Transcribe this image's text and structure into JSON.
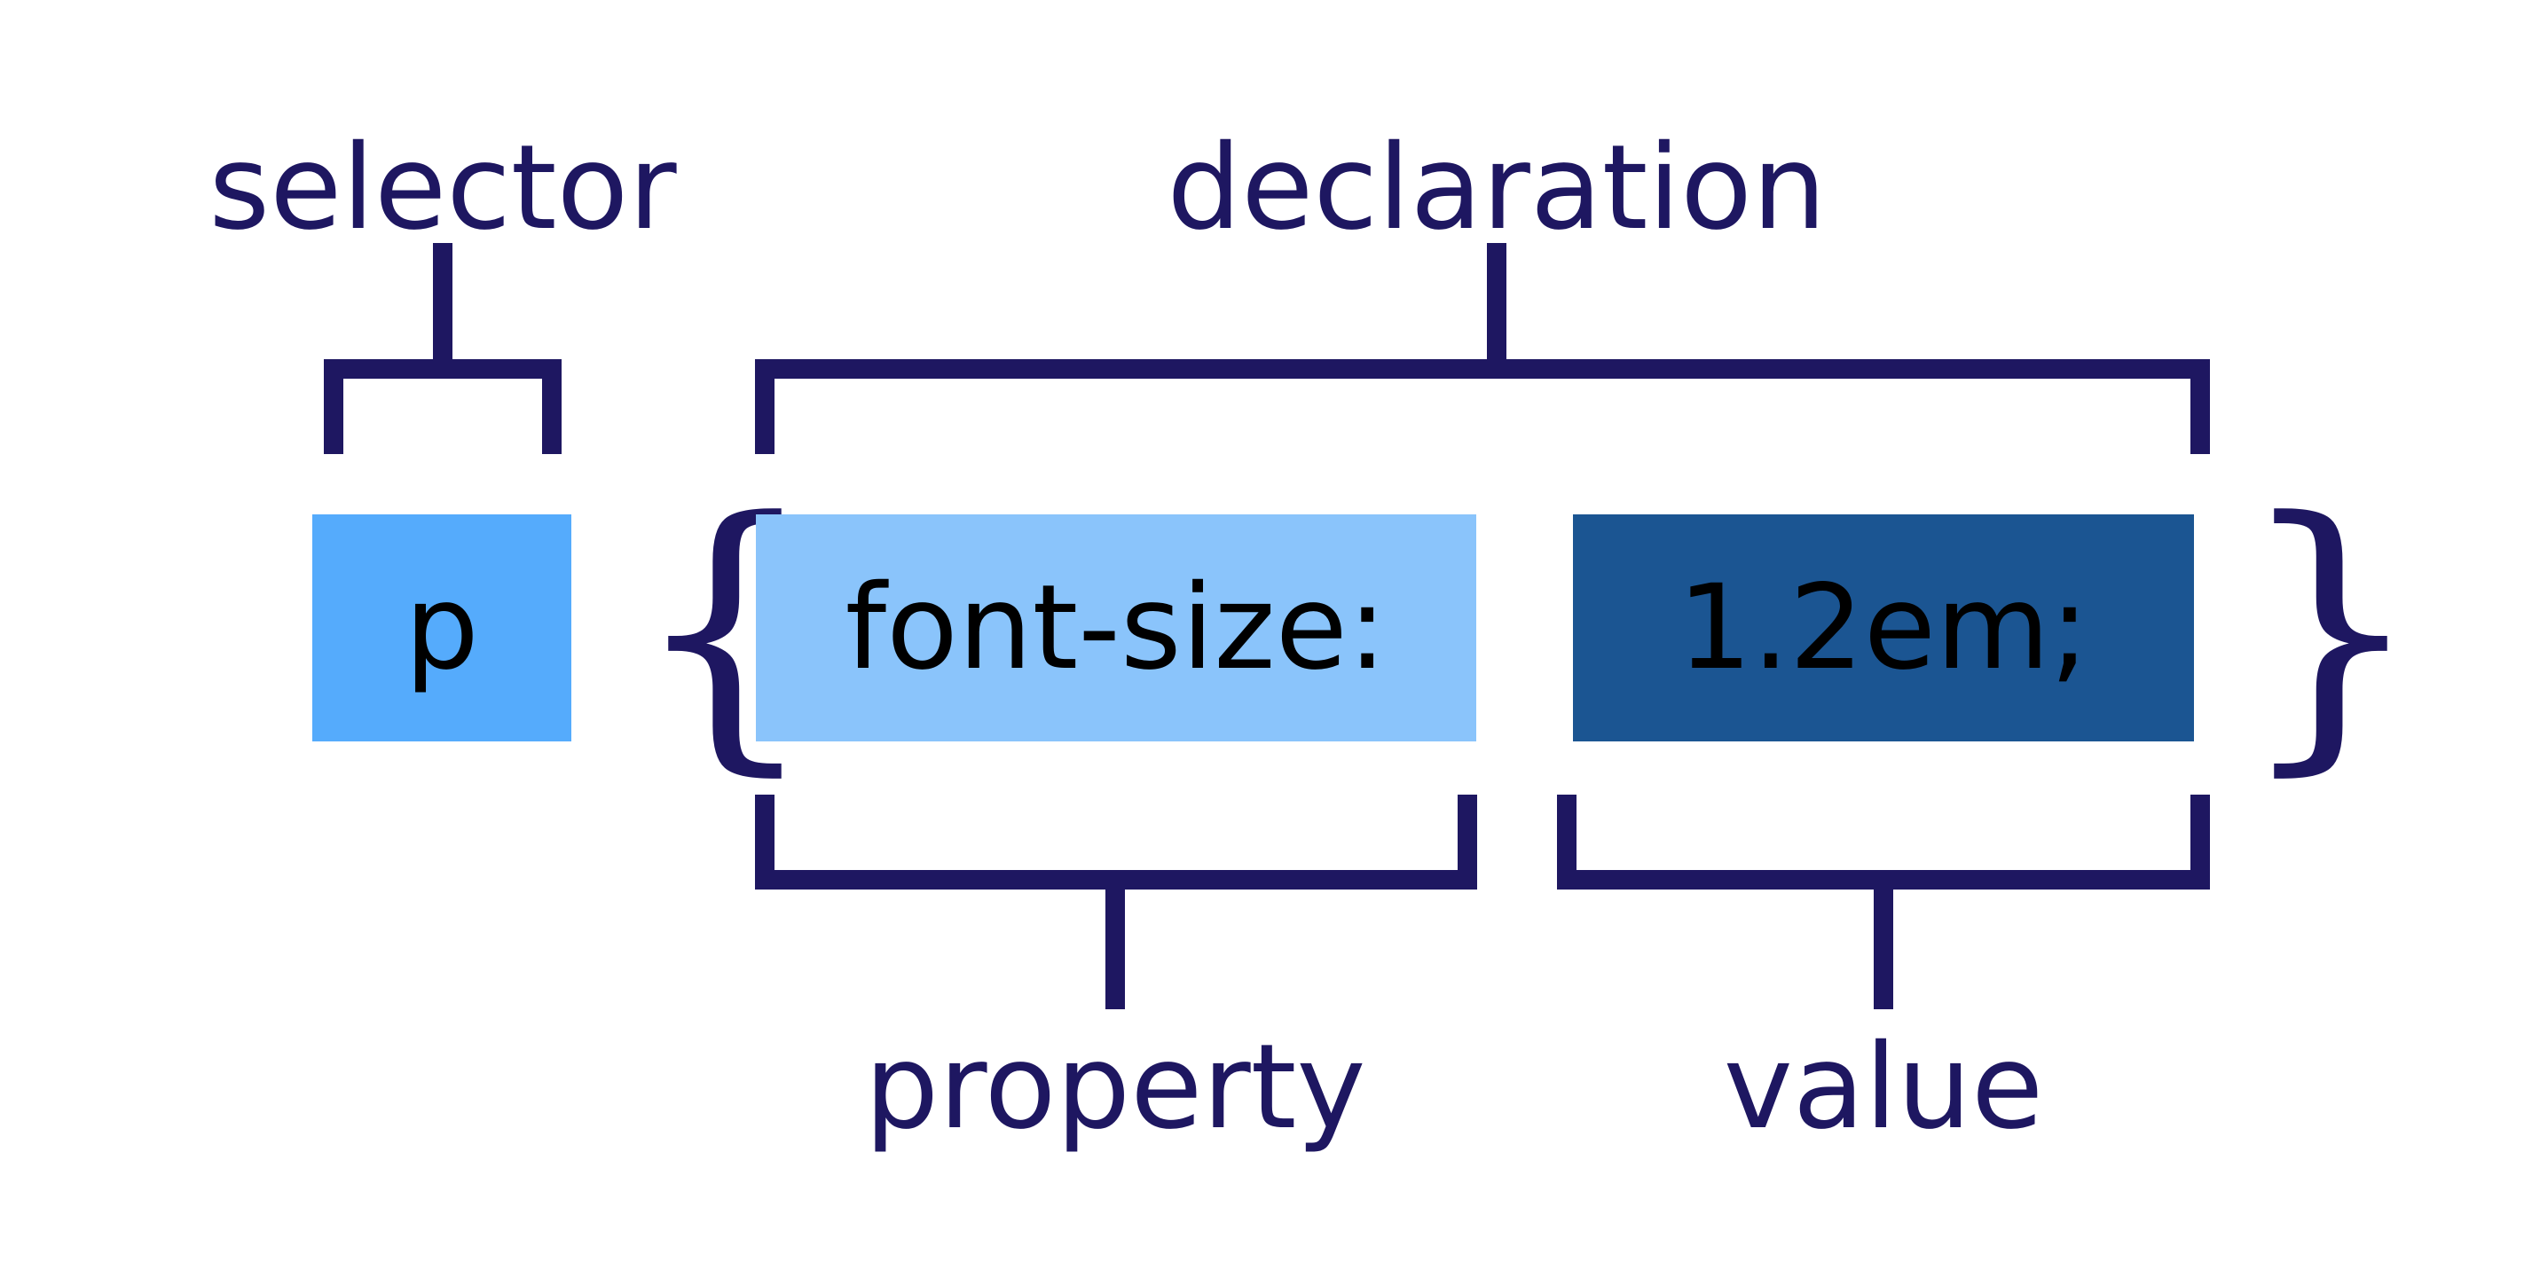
{
  "colors": {
    "ink": "#1e1761",
    "selector_fill": "#55abfc",
    "property_fill": "#8ac4fb",
    "value_fill": "#1b5592",
    "text": "#000000",
    "background": "#ffffff"
  },
  "labels": {
    "selector": "selector",
    "declaration": "declaration",
    "property": "property",
    "value": "value"
  },
  "code": {
    "selector": "p",
    "open_brace": "{",
    "property": "font-size:",
    "value": "1.2em;",
    "close_brace": "}"
  }
}
